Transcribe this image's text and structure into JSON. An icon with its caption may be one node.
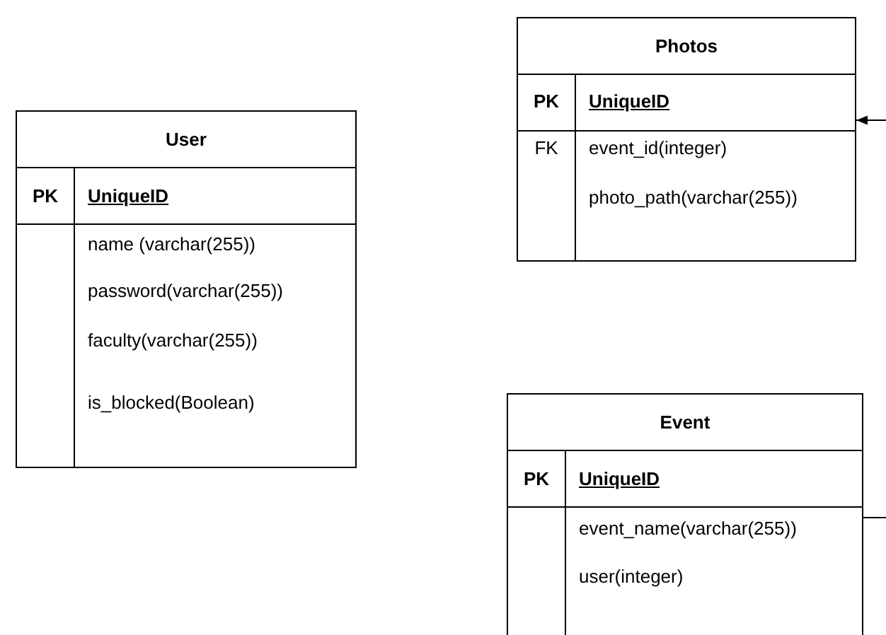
{
  "diagram": {
    "nodes": [
      {
        "text": [
          "User",
          "PK",
          "UniqueID",
          "name (varchar(255))",
          "password(varchar(255))",
          "faculty(varchar(255))",
          "is_blocked(Boolean)"
        ]
      },
      {
        "text": [
          "Photos",
          "PK",
          "UniqueID",
          "FK",
          "event_id(integer)",
          "photo_path(varchar(255))"
        ]
      },
      {
        "text": [
          "Event",
          "PK",
          "UniqueID",
          "event_name(varchar(255))",
          "user(integer)"
        ]
      }
    ],
    "edges": [
      {
        "from": null,
        "to": 1,
        "arrow": "to"
      },
      {
        "from": 2,
        "to": null,
        "arrow": "none"
      }
    ]
  }
}
